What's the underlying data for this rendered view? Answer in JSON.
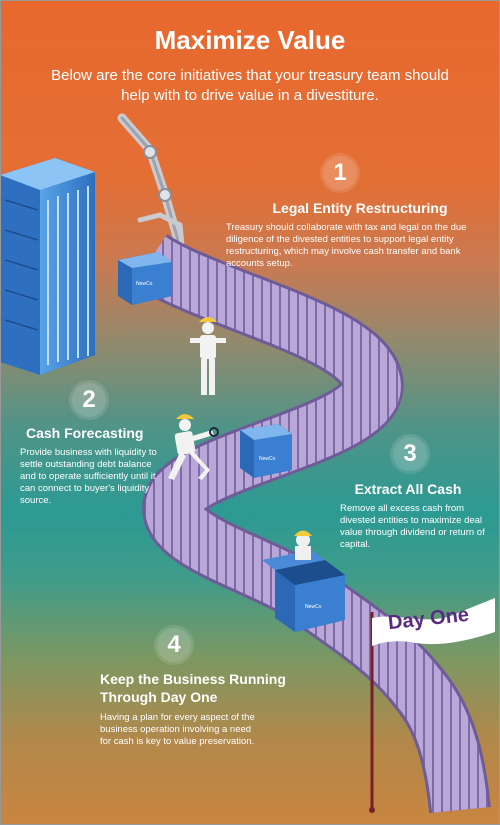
{
  "header": {
    "title": "Maximize Value",
    "subtitle": "Below are the core initiatives that your treasury team should help with to drive value in a divestiture."
  },
  "steps": [
    {
      "number": "1",
      "heading": "Legal Entity Restructuring",
      "body": "Treasury should collaborate with tax and legal on the due diligence of the divested entities to support legal entity restructuring, which may involve cash transfer and bank accounts setup."
    },
    {
      "number": "2",
      "heading": "Cash Forecasting",
      "body": "Provide business with liquidity to settle outstanding debt balance and to operate sufficiently until it can connect to buyer's liquidity source."
    },
    {
      "number": "3",
      "heading": "Extract All Cash",
      "body": "Remove all excess cash from divested entities to maximize deal value through dividend or return of capital."
    },
    {
      "number": "4",
      "heading": "Keep the Business Running Through Day One",
      "body": "Having a plan for every aspect of the business operation involving a need for cash is key to value preservation."
    }
  ],
  "flag": {
    "label": "Day One"
  },
  "box_logo": "NewCo",
  "colors": {
    "belt": "#b9a7d8",
    "belt_slat": "#7e6aa8",
    "box": "#3b7fd0",
    "flag_text": "#5a2a82"
  }
}
